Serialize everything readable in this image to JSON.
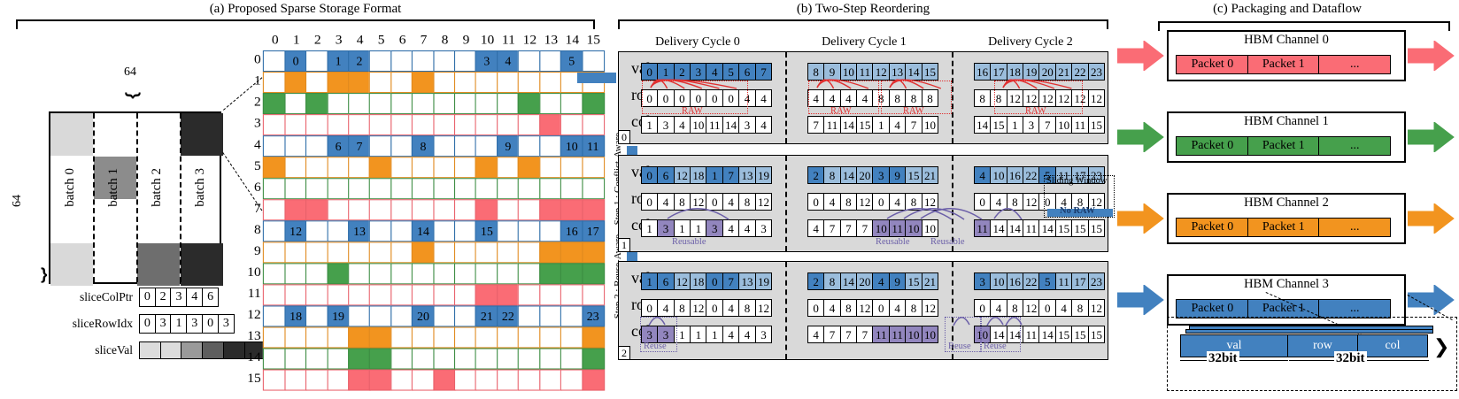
{
  "figure": {
    "panels": [
      {
        "id": "a",
        "title": "(a) Proposed Sparse Storage Format"
      },
      {
        "id": "b",
        "title": "(b) Two-Step Reordering"
      },
      {
        "id": "c",
        "title": "(c) Packaging and Dataflow"
      }
    ]
  },
  "panel_a": {
    "matrix_overview": {
      "width_label": "64",
      "height_label": "64",
      "batches": [
        "batch 0",
        "batch 1",
        "batch 2",
        "batch 3"
      ],
      "block_shades": [
        "#D9D9D9",
        "#8C8C8C",
        "#6E6E6E",
        "#2B2B2B"
      ]
    },
    "arrays": [
      {
        "name": "sliceColPtr",
        "label": "sliceColPtr",
        "values": [
          "0",
          "2",
          "3",
          "4",
          "6"
        ]
      },
      {
        "name": "sliceRowIdx",
        "label": "sliceRowIdx",
        "values": [
          "0",
          "3",
          "1",
          "3",
          "0",
          "3"
        ]
      },
      {
        "name": "sliceVal",
        "label": "sliceVal",
        "values": [
          "",
          "",
          "",
          "",
          "",
          ""
        ],
        "shades": [
          "#DCDCDC",
          "#DCDCDC",
          "#9A9A9A",
          "#5E5E5E",
          "#2B2B2B",
          "#2B2B2B"
        ]
      }
    ],
    "matrix": {
      "col_headers": [
        "0",
        "1",
        "2",
        "3",
        "4",
        "5",
        "6",
        "7",
        "8",
        "9",
        "10",
        "11",
        "12",
        "13",
        "14",
        "15"
      ],
      "row_headers": [
        "0",
        "1",
        "2",
        "3",
        "4",
        "5",
        "6",
        "7",
        "8",
        "9",
        "10",
        "11",
        "12",
        "13",
        "14",
        "15"
      ],
      "row_colors": [
        "#4281BF",
        "#F2941F",
        "#46A04C",
        "#FA6C75"
      ],
      "rows": [
        {
          "color": 0,
          "cells": [
            null,
            "0",
            null,
            "1",
            "2",
            null,
            null,
            null,
            null,
            null,
            "3",
            "4",
            null,
            null,
            "5",
            null
          ]
        },
        {
          "color": 1,
          "cells": [
            null,
            "",
            null,
            "",
            "",
            null,
            null,
            "",
            null,
            null,
            null,
            null,
            null,
            null,
            null,
            null
          ]
        },
        {
          "color": 2,
          "cells": [
            "",
            null,
            "",
            null,
            null,
            null,
            null,
            null,
            null,
            null,
            null,
            null,
            "",
            null,
            null,
            ""
          ]
        },
        {
          "color": 3,
          "cells": [
            null,
            null,
            null,
            null,
            null,
            null,
            null,
            null,
            null,
            null,
            null,
            null,
            null,
            "",
            null,
            null
          ]
        },
        {
          "color": 0,
          "cells": [
            null,
            null,
            null,
            "6",
            "7",
            null,
            null,
            "8",
            null,
            null,
            null,
            "9",
            null,
            null,
            "10",
            "11"
          ]
        },
        {
          "color": 1,
          "cells": [
            "",
            null,
            null,
            null,
            null,
            "",
            null,
            null,
            null,
            null,
            "",
            null,
            "",
            null,
            null,
            null
          ]
        },
        {
          "color": 2,
          "cells": [
            null,
            null,
            null,
            null,
            null,
            null,
            null,
            null,
            null,
            null,
            null,
            null,
            null,
            null,
            null,
            null
          ]
        },
        {
          "color": 3,
          "cells": [
            null,
            "",
            "",
            null,
            null,
            null,
            null,
            null,
            null,
            null,
            "",
            null,
            null,
            "",
            "",
            ""
          ]
        },
        {
          "color": 0,
          "cells": [
            null,
            "12",
            null,
            null,
            "13",
            null,
            null,
            "14",
            null,
            null,
            "15",
            null,
            null,
            null,
            "16",
            "17"
          ]
        },
        {
          "color": 1,
          "cells": [
            null,
            null,
            null,
            null,
            null,
            null,
            null,
            "",
            null,
            null,
            null,
            null,
            null,
            "",
            "",
            ""
          ]
        },
        {
          "color": 2,
          "cells": [
            null,
            null,
            null,
            "",
            null,
            null,
            null,
            null,
            null,
            null,
            null,
            null,
            null,
            "",
            "",
            ""
          ]
        },
        {
          "color": 3,
          "cells": [
            null,
            null,
            null,
            null,
            null,
            null,
            null,
            null,
            null,
            null,
            "",
            "",
            null,
            null,
            null,
            null
          ]
        },
        {
          "color": 0,
          "cells": [
            null,
            "18",
            null,
            "19",
            null,
            null,
            null,
            "20",
            null,
            null,
            "21",
            "22",
            null,
            null,
            null,
            "23"
          ]
        },
        {
          "color": 1,
          "cells": [
            null,
            null,
            null,
            null,
            "",
            "",
            null,
            null,
            null,
            null,
            null,
            null,
            null,
            null,
            null,
            ""
          ]
        },
        {
          "color": 2,
          "cells": [
            null,
            null,
            null,
            null,
            "",
            "",
            null,
            null,
            null,
            null,
            null,
            null,
            null,
            null,
            null,
            ""
          ]
        },
        {
          "color": 3,
          "cells": [
            null,
            null,
            null,
            null,
            "",
            "",
            null,
            null,
            "",
            null,
            null,
            null,
            null,
            null,
            null,
            ""
          ]
        }
      ]
    }
  },
  "panel_b": {
    "cycle_headers": [
      "Delivery Cycle 0",
      "Delivery Cycle 1",
      "Delivery Cycle 2"
    ],
    "row_labels": [
      "val",
      "row",
      "col"
    ],
    "step_labels": [
      "Step 1 : Conflict-Aware",
      "Step 2 : Reuse-Aware"
    ],
    "step_numbers": [
      "0",
      "1",
      "2"
    ],
    "annotations": {
      "raw": "RAW",
      "reusable": "Reusable",
      "reuse": "Reuse",
      "sliding_window": "Sliding Window",
      "no_raw": "No RAW"
    },
    "steps": [
      {
        "num": "0",
        "cycles": [
          {
            "val": [
              "0",
              "1",
              "2",
              "3",
              "4",
              "5",
              "6",
              "7"
            ],
            "val_shades": [
              "b1",
              "b1",
              "b1",
              "b1",
              "b1",
              "b1",
              "b1",
              "b1"
            ],
            "row": [
              "0",
              "0",
              "0",
              "0",
              "0",
              "0",
              "4",
              "4"
            ],
            "col": [
              "1",
              "3",
              "4",
              "10",
              "11",
              "14",
              "3",
              "4"
            ]
          },
          {
            "val": [
              "8",
              "9",
              "10",
              "11",
              "12",
              "13",
              "14",
              "15"
            ],
            "val_shades": [
              "b2",
              "b2",
              "b2",
              "b2",
              "b2",
              "b2",
              "b2",
              "b2"
            ],
            "row": [
              "4",
              "4",
              "4",
              "4",
              "8",
              "8",
              "8",
              "8"
            ],
            "col": [
              "7",
              "11",
              "14",
              "15",
              "1",
              "4",
              "7",
              "10"
            ]
          },
          {
            "val": [
              "16",
              "17",
              "18",
              "19",
              "20",
              "21",
              "22",
              "23"
            ],
            "val_shades": [
              "b2",
              "b2",
              "b2",
              "b2",
              "b2",
              "b2",
              "b2",
              "b2"
            ],
            "row": [
              "8",
              "8",
              "12",
              "12",
              "12",
              "12",
              "12",
              "12"
            ],
            "col": [
              "14",
              "15",
              "1",
              "3",
              "7",
              "10",
              "11",
              "15"
            ]
          }
        ]
      },
      {
        "num": "1",
        "cycles": [
          {
            "val": [
              "0",
              "6",
              "12",
              "18",
              "1",
              "7",
              "13",
              "19"
            ],
            "val_shades": [
              "b1",
              "b1",
              "b2",
              "b2",
              "b1",
              "b1",
              "b2",
              "b2"
            ],
            "row": [
              "0",
              "4",
              "8",
              "12",
              "0",
              "4",
              "8",
              "12"
            ],
            "col": [
              "1",
              "3",
              "1",
              "1",
              "3",
              "4",
              "4",
              "3"
            ],
            "col_shades": [
              "",
              "p1",
              "",
              "",
              "p1",
              "",
              "",
              ""
            ]
          },
          {
            "val": [
              "2",
              "8",
              "14",
              "20",
              "3",
              "9",
              "15",
              "21"
            ],
            "val_shades": [
              "b1",
              "b2",
              "b2",
              "b2",
              "b1",
              "b1",
              "b2",
              "b2"
            ],
            "row": [
              "0",
              "4",
              "8",
              "12",
              "0",
              "4",
              "8",
              "12"
            ],
            "col": [
              "4",
              "7",
              "7",
              "7",
              "10",
              "11",
              "10",
              "10"
            ],
            "col_shades": [
              "",
              "",
              "",
              "",
              "p1",
              "p1",
              "p1",
              ""
            ]
          },
          {
            "val": [
              "4",
              "10",
              "16",
              "22",
              "5",
              "11",
              "17",
              "23"
            ],
            "val_shades": [
              "b1",
              "b2",
              "b2",
              "b2",
              "b1",
              "b2",
              "b2",
              "b2"
            ],
            "row": [
              "0",
              "4",
              "8",
              "12",
              "0",
              "4",
              "8",
              "12"
            ],
            "col": [
              "11",
              "14",
              "14",
              "11",
              "14",
              "15",
              "15",
              "15"
            ],
            "col_shades": [
              "p1",
              "",
              "",
              "",
              "",
              "",
              "",
              ""
            ]
          }
        ]
      },
      {
        "num": "2",
        "cycles": [
          {
            "val": [
              "1",
              "6",
              "12",
              "18",
              "0",
              "7",
              "13",
              "19"
            ],
            "val_shades": [
              "b1",
              "b1",
              "b2",
              "b2",
              "b1",
              "b1",
              "b2",
              "b2"
            ],
            "row": [
              "0",
              "4",
              "8",
              "12",
              "0",
              "4",
              "8",
              "12"
            ],
            "col": [
              "3",
              "3",
              "1",
              "1",
              "1",
              "4",
              "4",
              "3"
            ],
            "col_shades": [
              "p1",
              "p1",
              "",
              "",
              "",
              "",
              "",
              ""
            ]
          },
          {
            "val": [
              "2",
              "8",
              "14",
              "20",
              "4",
              "9",
              "15",
              "21"
            ],
            "val_shades": [
              "b1",
              "b2",
              "b2",
              "b2",
              "b1",
              "b1",
              "b2",
              "b2"
            ],
            "row": [
              "0",
              "4",
              "8",
              "12",
              "0",
              "4",
              "8",
              "12"
            ],
            "col": [
              "4",
              "7",
              "7",
              "7",
              "11",
              "11",
              "10",
              "10"
            ],
            "col_shades": [
              "",
              "",
              "",
              "",
              "p1",
              "p1",
              "p1",
              "p1"
            ]
          },
          {
            "val": [
              "3",
              "10",
              "16",
              "22",
              "5",
              "11",
              "17",
              "23"
            ],
            "val_shades": [
              "b1",
              "b2",
              "b2",
              "b2",
              "b1",
              "b2",
              "b2",
              "b2"
            ],
            "row": [
              "0",
              "4",
              "8",
              "12",
              "0",
              "4",
              "8",
              "12"
            ],
            "col": [
              "10",
              "14",
              "14",
              "11",
              "14",
              "15",
              "15",
              "15"
            ],
            "col_shades": [
              "p1",
              "",
              "",
              "",
              "",
              "",
              "",
              ""
            ]
          }
        ]
      }
    ]
  },
  "panel_c": {
    "channels": [
      {
        "title": "HBM Channel 0",
        "color": "#FA6C75",
        "packets": [
          "Packet 0",
          "Packet 1",
          "..."
        ]
      },
      {
        "title": "HBM Channel 1",
        "color": "#46A04C",
        "packets": [
          "Packet 0",
          "Packet 1",
          "..."
        ]
      },
      {
        "title": "HBM Channel 2",
        "color": "#F2941F",
        "packets": [
          "Packet 0",
          "Packet 1",
          "..."
        ]
      },
      {
        "title": "HBM Channel 3",
        "color": "#4281BF",
        "packets": [
          "Packet 0",
          "Packet 1",
          "..."
        ]
      }
    ],
    "packet_detail": {
      "fields": [
        "val",
        "row",
        "col"
      ],
      "bit_labels": [
        "32bit",
        "32bit"
      ]
    }
  }
}
